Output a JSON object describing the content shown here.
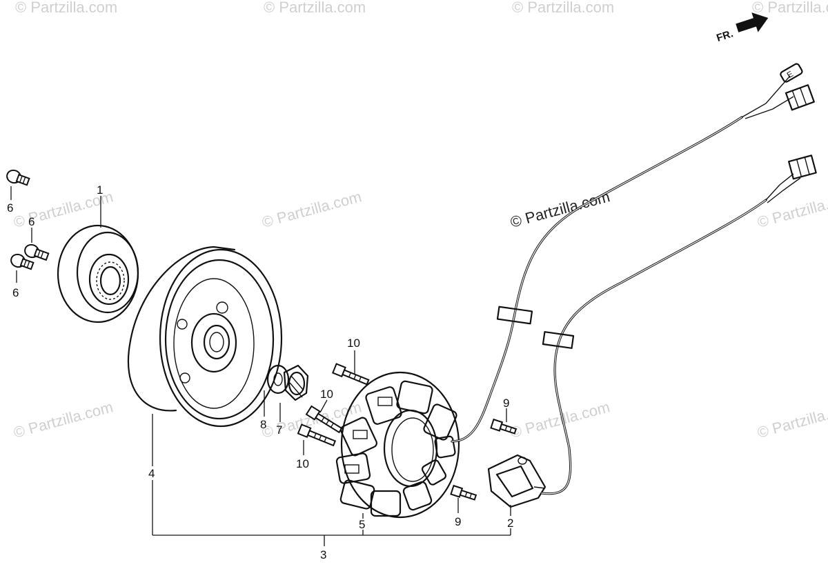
{
  "diagram": {
    "direction_label": "FR.",
    "watermarks": [
      "© Partzilla.com",
      "© Partzilla.com",
      "© Partzilla.com",
      "© Partzilla.com",
      "© Partzilla.com",
      "© Partzilla.com",
      "© Partzilla.com",
      "© Partzilla.com",
      "© Partzilla.com",
      "© Partzilla.com",
      "© Partzilla.com",
      "© Partzilla.com"
    ],
    "connector_letter": "E",
    "callouts": {
      "c1": "1",
      "c2": "2",
      "c3": "3",
      "c4": "4",
      "c5": "5",
      "c6a": "6",
      "c6b": "6",
      "c6c": "6",
      "c7": "7",
      "c8": "8",
      "c9a": "9",
      "c9b": "9",
      "c10a": "10",
      "c10b": "10",
      "c10c": "10"
    }
  }
}
